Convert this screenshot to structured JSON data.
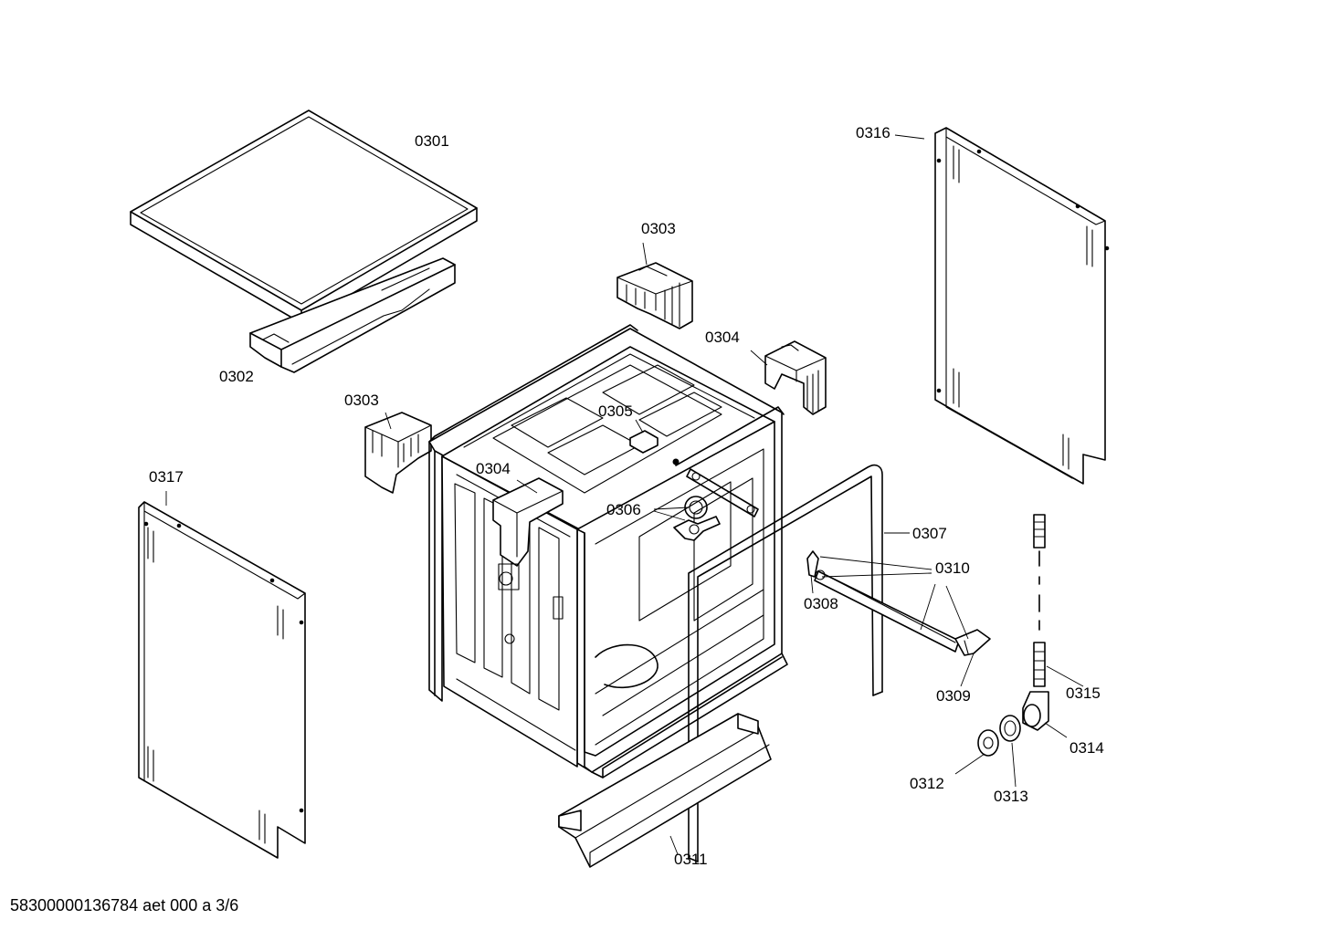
{
  "labels": {
    "p0301": "0301",
    "p0302": "0302",
    "p0303a": "0303",
    "p0303b": "0303",
    "p0304a": "0304",
    "p0304b": "0304",
    "p0305": "0305",
    "p0306": "0306",
    "p0307": "0307",
    "p0308": "0308",
    "p0309": "0309",
    "p0310": "0310",
    "p0311": "0311",
    "p0312": "0312",
    "p0313": "0313",
    "p0314": "0314",
    "p0315": "0315",
    "p0316": "0316",
    "p0317": "0317"
  },
  "footer": "58300000136784 aet 000 a 3/6"
}
